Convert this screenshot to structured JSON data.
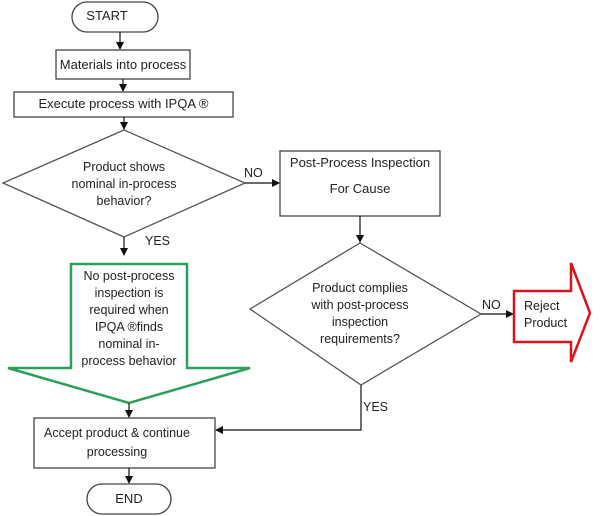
{
  "nodes": {
    "start": {
      "label": "START"
    },
    "materials": {
      "label": "Materials into process"
    },
    "execute": {
      "label": "Execute process with IPQA ®"
    },
    "decision1": {
      "line1": "Product shows",
      "line2": "nominal in-process",
      "line3": "behavior?"
    },
    "inspection": {
      "line1": "Post-Process Inspection",
      "line2": "For Cause"
    },
    "decision2": {
      "line1": "Product complies",
      "line2": "with post-process",
      "line3": "inspection",
      "line4": "requirements?"
    },
    "no_inspection_note": {
      "line1": "No post-process",
      "line2": "inspection is",
      "line3": "required when",
      "line4": "IPQA ®finds",
      "line5": "nominal in-",
      "line6": "process behavior"
    },
    "reject": {
      "line1": "Reject",
      "line2": "Product"
    },
    "accept": {
      "line1": "Accept product & continue",
      "line2": "processing"
    },
    "end": {
      "label": "END"
    }
  },
  "edges": {
    "d1_no": "NO",
    "d1_yes": "YES",
    "d2_no": "NO",
    "d2_yes": "YES"
  },
  "colors": {
    "line": "#333333",
    "note_arrow": "#2aa05a",
    "reject_arrow": "#d8131c"
  }
}
